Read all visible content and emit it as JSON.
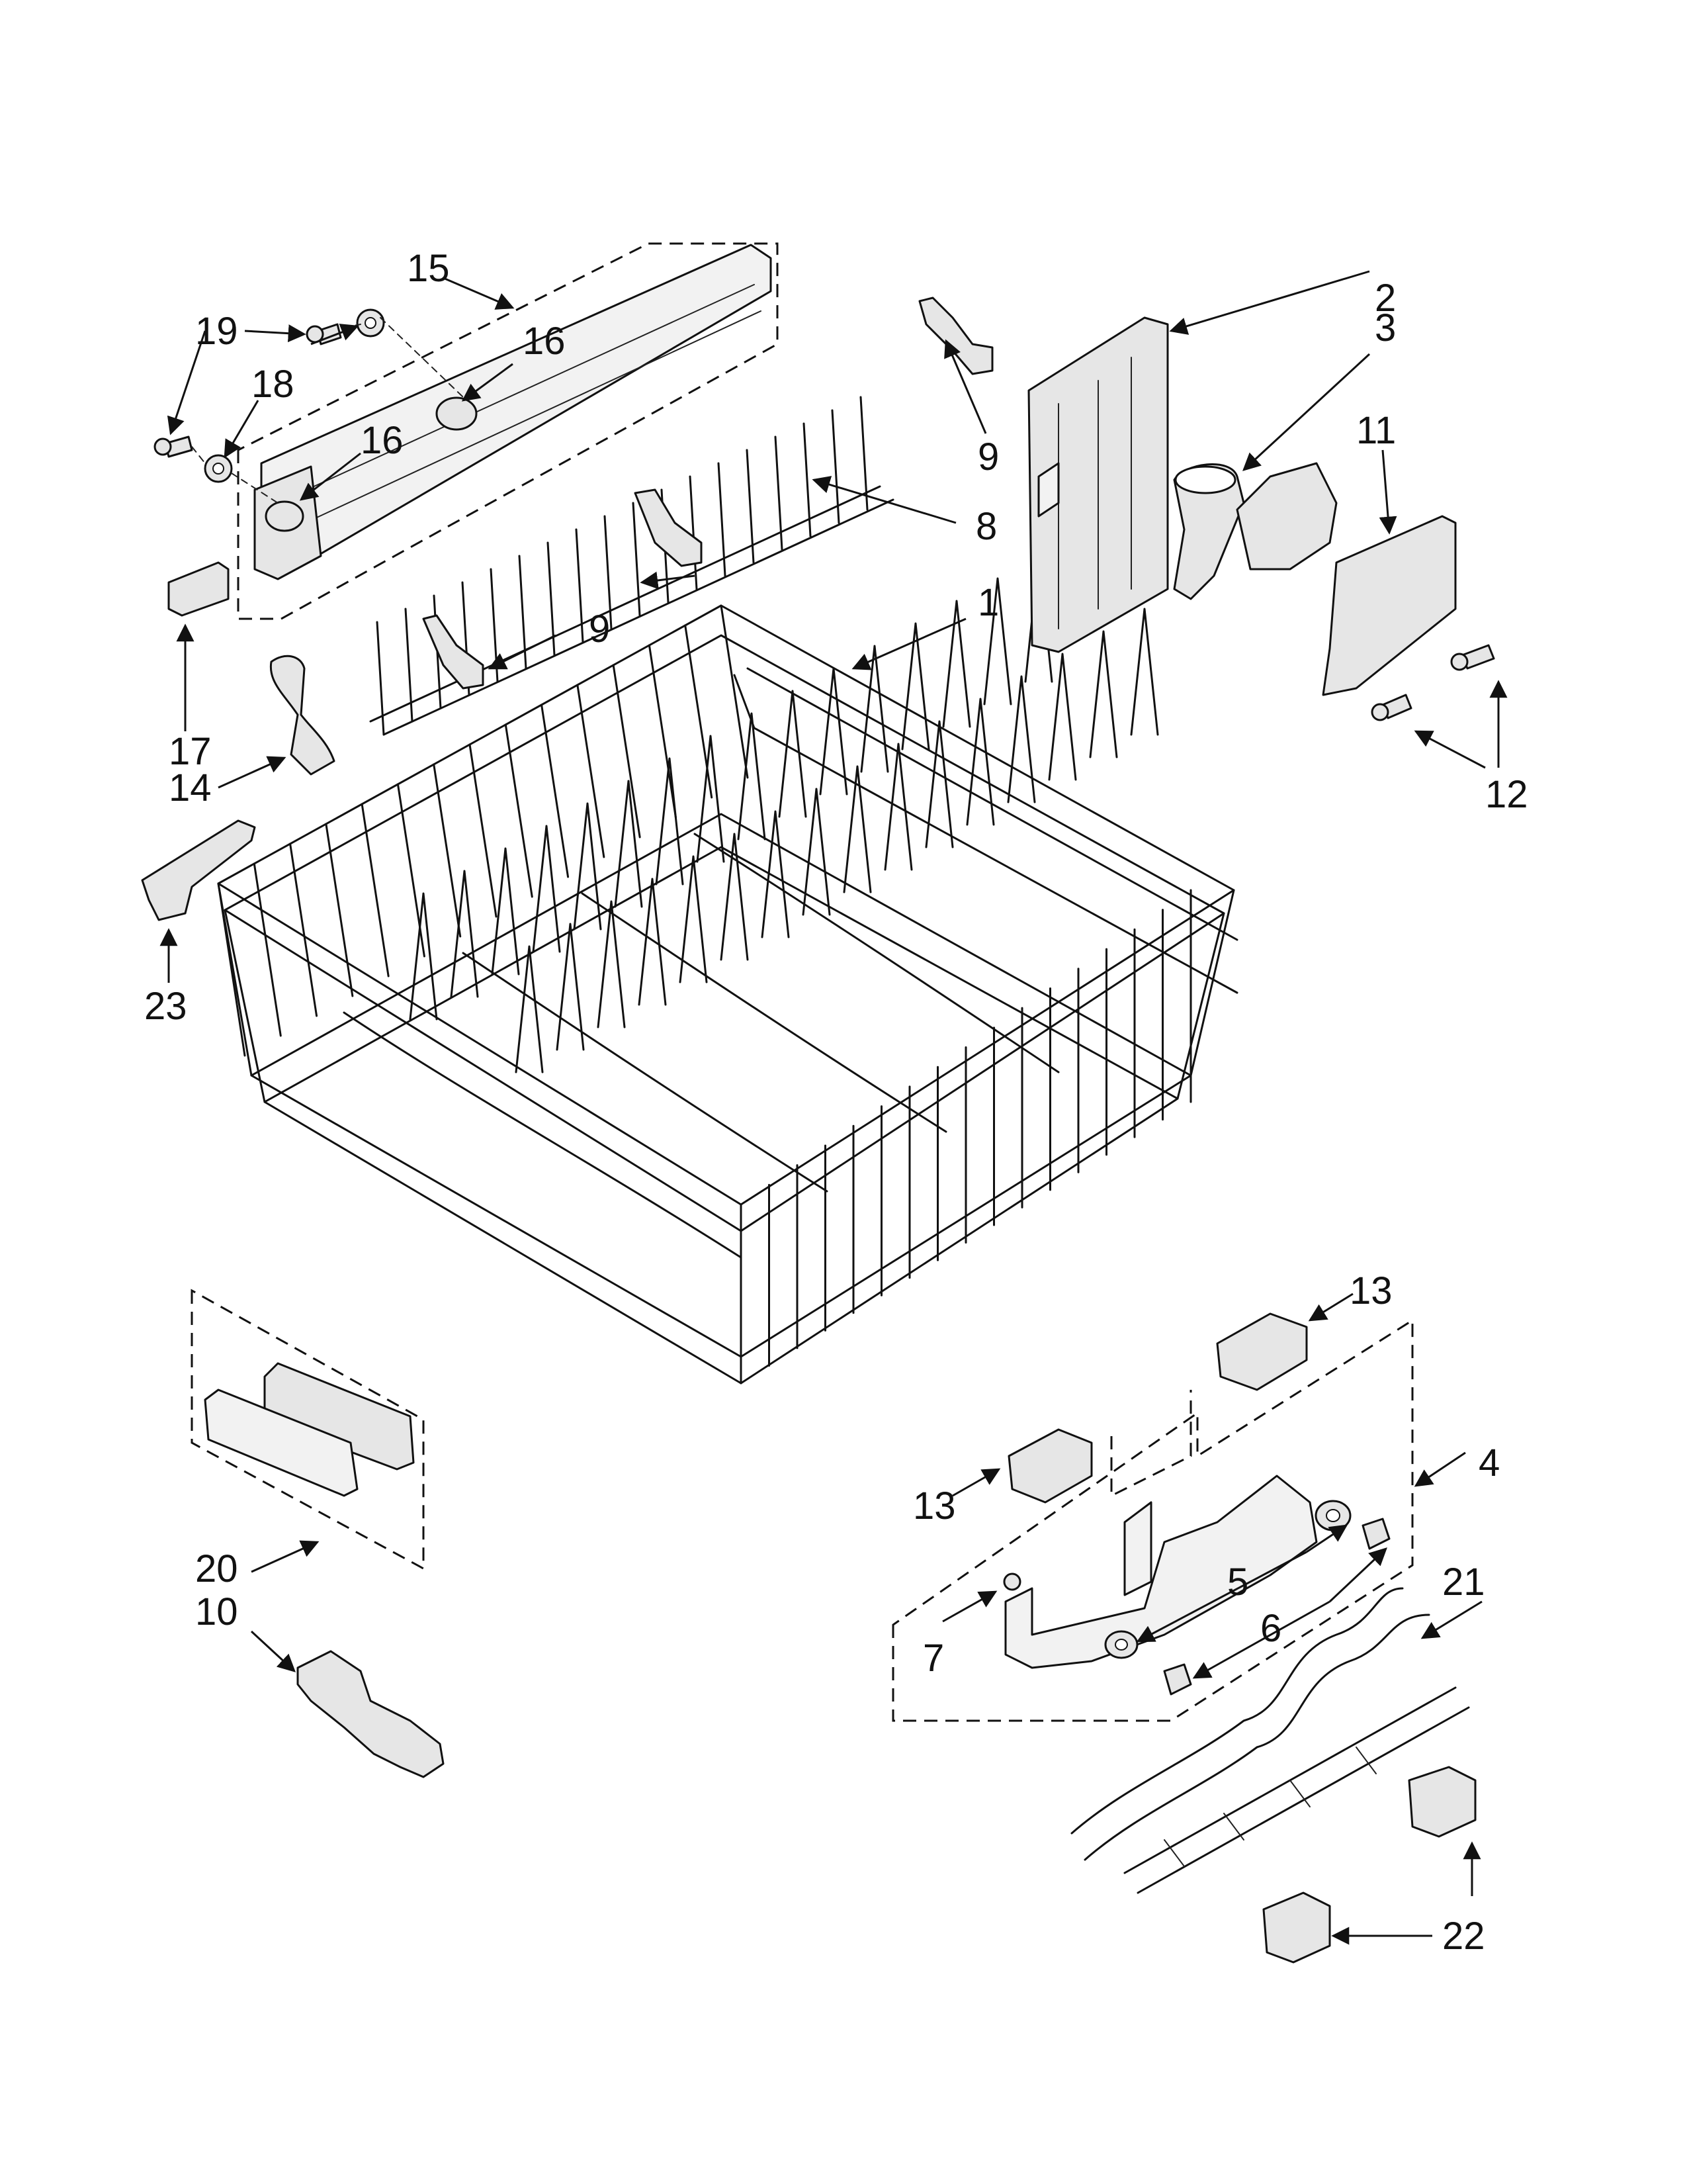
{
  "diagram": {
    "callouts": [
      {
        "id": "c15",
        "text": "15"
      },
      {
        "id": "c19",
        "text": "19"
      },
      {
        "id": "c16a",
        "text": "16"
      },
      {
        "id": "c18",
        "text": "18"
      },
      {
        "id": "c16b",
        "text": "16"
      },
      {
        "id": "c17",
        "text": "17"
      },
      {
        "id": "c14",
        "text": "14"
      },
      {
        "id": "c23",
        "text": "23"
      },
      {
        "id": "c9a",
        "text": "9"
      },
      {
        "id": "c8",
        "text": "8"
      },
      {
        "id": "c9b",
        "text": "9"
      },
      {
        "id": "c1",
        "text": "1"
      },
      {
        "id": "c2",
        "text": "2"
      },
      {
        "id": "c3",
        "text": "3"
      },
      {
        "id": "c11",
        "text": "11"
      },
      {
        "id": "c12",
        "text": "12"
      },
      {
        "id": "c13a",
        "text": "13"
      },
      {
        "id": "c13b",
        "text": "13"
      },
      {
        "id": "c4",
        "text": "4"
      },
      {
        "id": "c5",
        "text": "5"
      },
      {
        "id": "c6",
        "text": "6"
      },
      {
        "id": "c7",
        "text": "7"
      },
      {
        "id": "c21",
        "text": "21"
      },
      {
        "id": "c22",
        "text": "22"
      },
      {
        "id": "c20",
        "text": "20"
      },
      {
        "id": "c10",
        "text": "10"
      }
    ]
  }
}
